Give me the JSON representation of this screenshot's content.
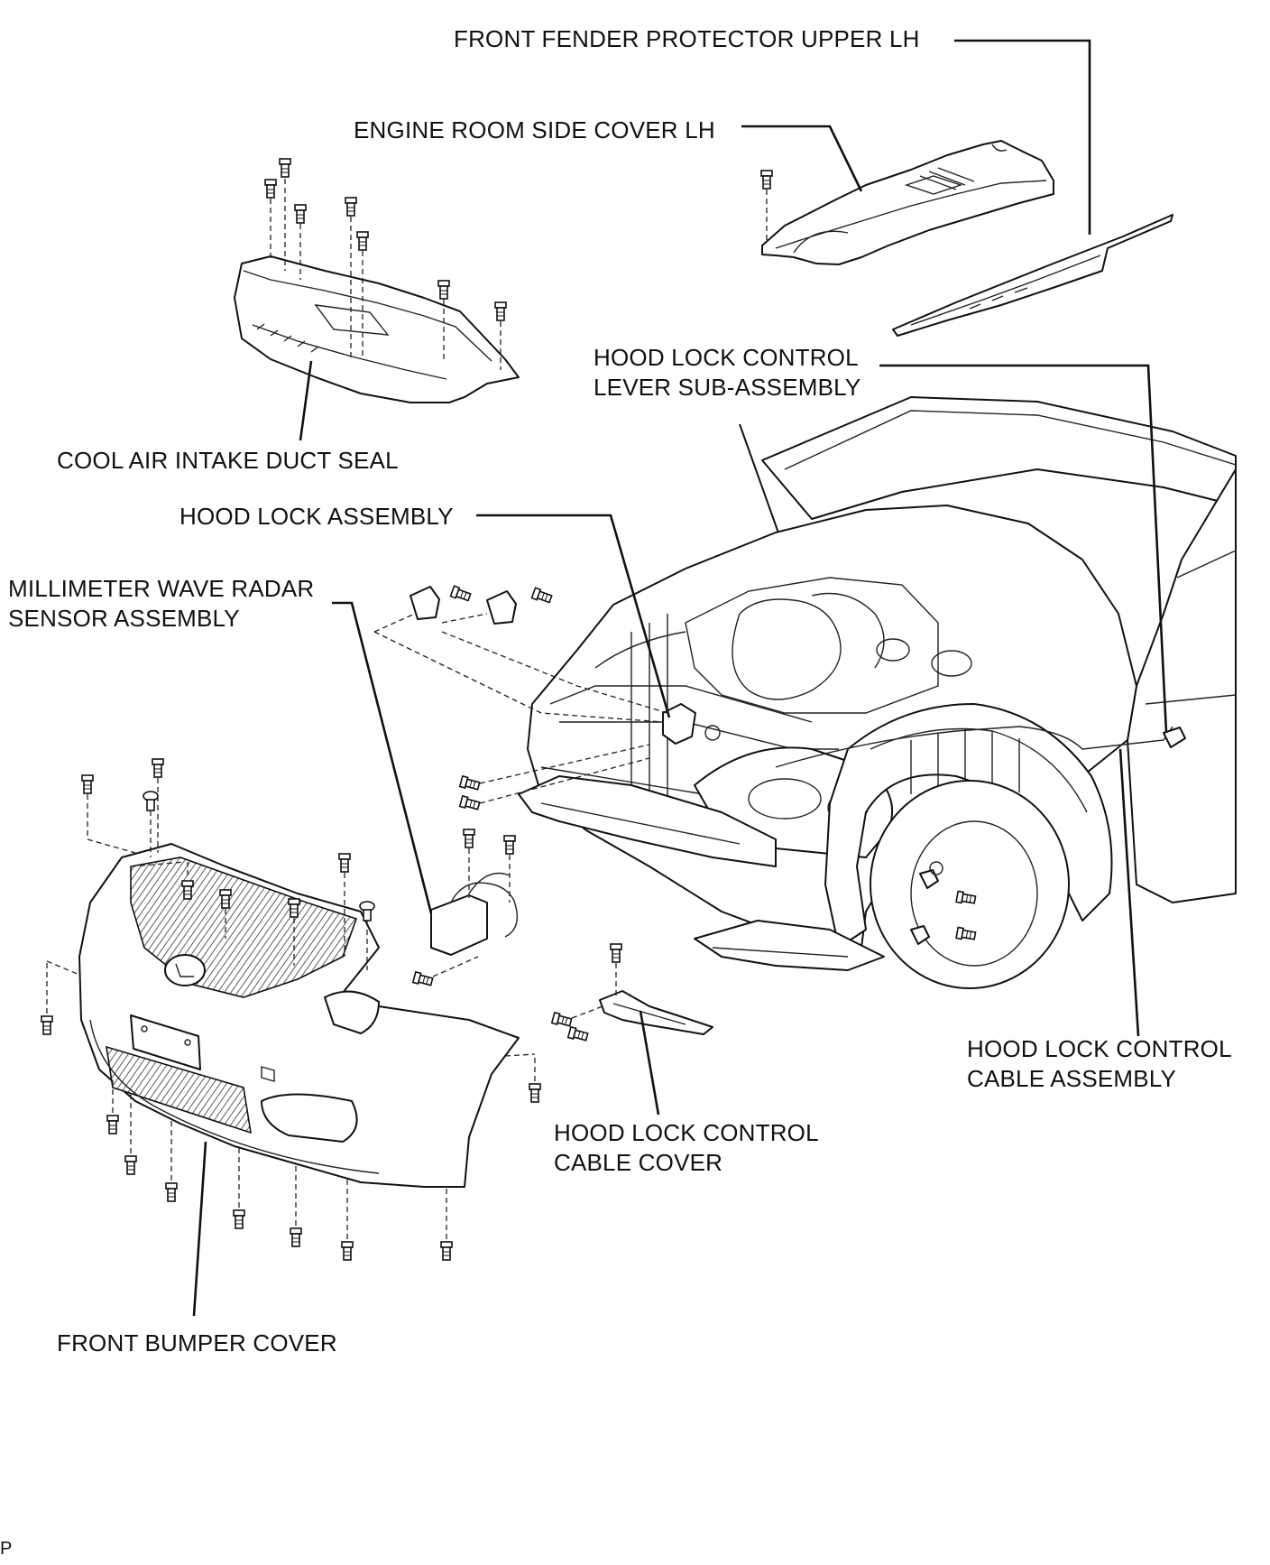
{
  "labels": {
    "front_fender_protector": "FRONT FENDER PROTECTOR UPPER LH",
    "engine_room_side_cover": "ENGINE ROOM SIDE COVER LH",
    "hood_lock_lever_line1": "HOOD LOCK CONTROL",
    "hood_lock_lever_line2": "LEVER SUB-ASSEMBLY",
    "cool_air_intake": "COOL AIR INTAKE DUCT SEAL",
    "hood_lock_assembly": "HOOD LOCK ASSEMBLY",
    "radar_line1": "MILLIMETER WAVE RADAR",
    "radar_line2": "SENSOR ASSEMBLY",
    "cable_assembly_line1": "HOOD LOCK CONTROL",
    "cable_assembly_line2": "CABLE ASSEMBLY",
    "cable_cover_line1": "HOOD LOCK CONTROL",
    "cable_cover_line2": "CABLE COVER",
    "front_bumper_cover": "FRONT BUMPER COVER",
    "corner_mark": "P"
  }
}
